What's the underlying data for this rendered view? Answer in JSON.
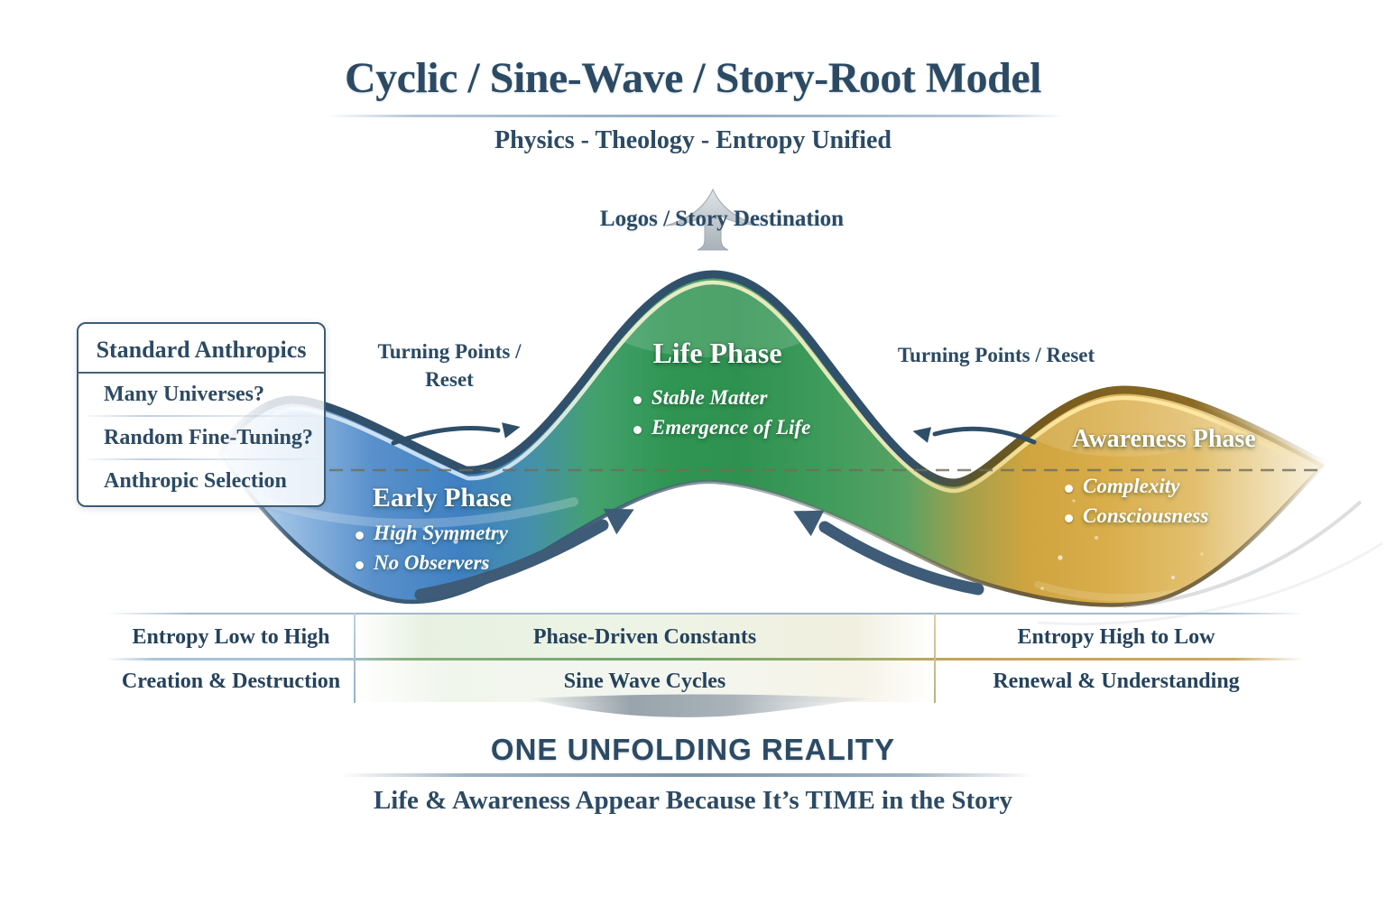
{
  "header": {
    "title": "Cyclic / Sine-Wave / Story-Root Model",
    "subtitle": "Physics - Theology - Entropy Unified"
  },
  "wave": {
    "logos_label": "Logos / Story Destination",
    "turning_left_line1": "Turning Points /",
    "turning_left_line2": "Reset",
    "turning_right": "Turning Points / Reset",
    "phases": {
      "early": {
        "title": "Early Phase",
        "bullets": [
          "High Symmetry",
          "No Observers"
        ]
      },
      "life": {
        "title": "Life Phase",
        "bullets": [
          "Stable Matter",
          "Emergence of Life"
        ]
      },
      "awareness": {
        "title": "Awareness Phase",
        "bullets": [
          "Complexity",
          "Consciousness"
        ]
      }
    }
  },
  "anthropics_box": {
    "title": "Standard Anthropics",
    "items": [
      "Many Universes?",
      "Random Fine-Tuning?",
      "Anthropic Selection"
    ]
  },
  "bottom_band": {
    "left": {
      "row1": "Entropy Low to High",
      "row2": "Creation & Destruction"
    },
    "middle": {
      "row1": "Phase-Driven Constants",
      "row2": "Sine Wave Cycles"
    },
    "right": {
      "row1": "Entropy High to Low",
      "row2": "Renewal & Understanding"
    }
  },
  "footer": {
    "title": "ONE UNFOLDING REALITY",
    "subtitle": "Life & Awareness Appear Because It’s TIME in the Story"
  },
  "colors": {
    "navy_text": "#2c4a63",
    "wave_stroke": "#31506b",
    "wave_blue": "#3f80c2",
    "wave_green": "#2f9150",
    "wave_gold": "#d9ad4a",
    "highlight_cream": "#f1edc1",
    "arrow_gray": "#b7bfc6"
  }
}
